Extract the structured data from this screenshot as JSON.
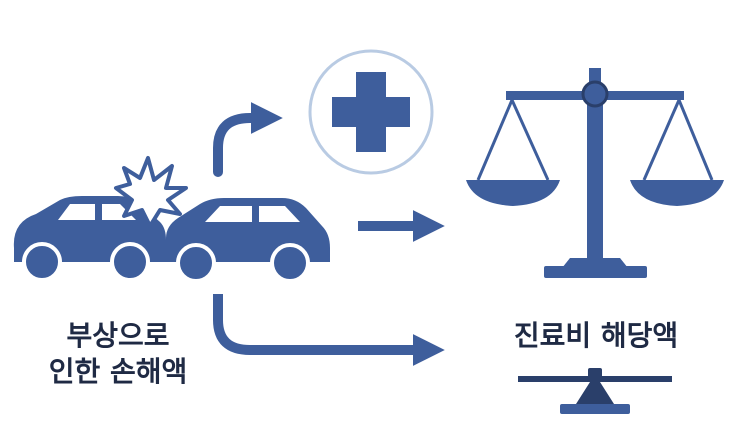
{
  "labels": {
    "left_line1": "부상으로",
    "left_line2": "인한 손해액",
    "right": "진료비 해당액"
  },
  "icons": {
    "collision": "car-collision-icon",
    "medical": "medical-cross-icon",
    "justice": "balance-scale-icon",
    "small_scale": "seesaw-scale-icon"
  },
  "colors": {
    "primary": "#3e5e9c",
    "dark": "#2a3f6a",
    "circle": "#b9cbe3",
    "text": "#1f2a44"
  }
}
